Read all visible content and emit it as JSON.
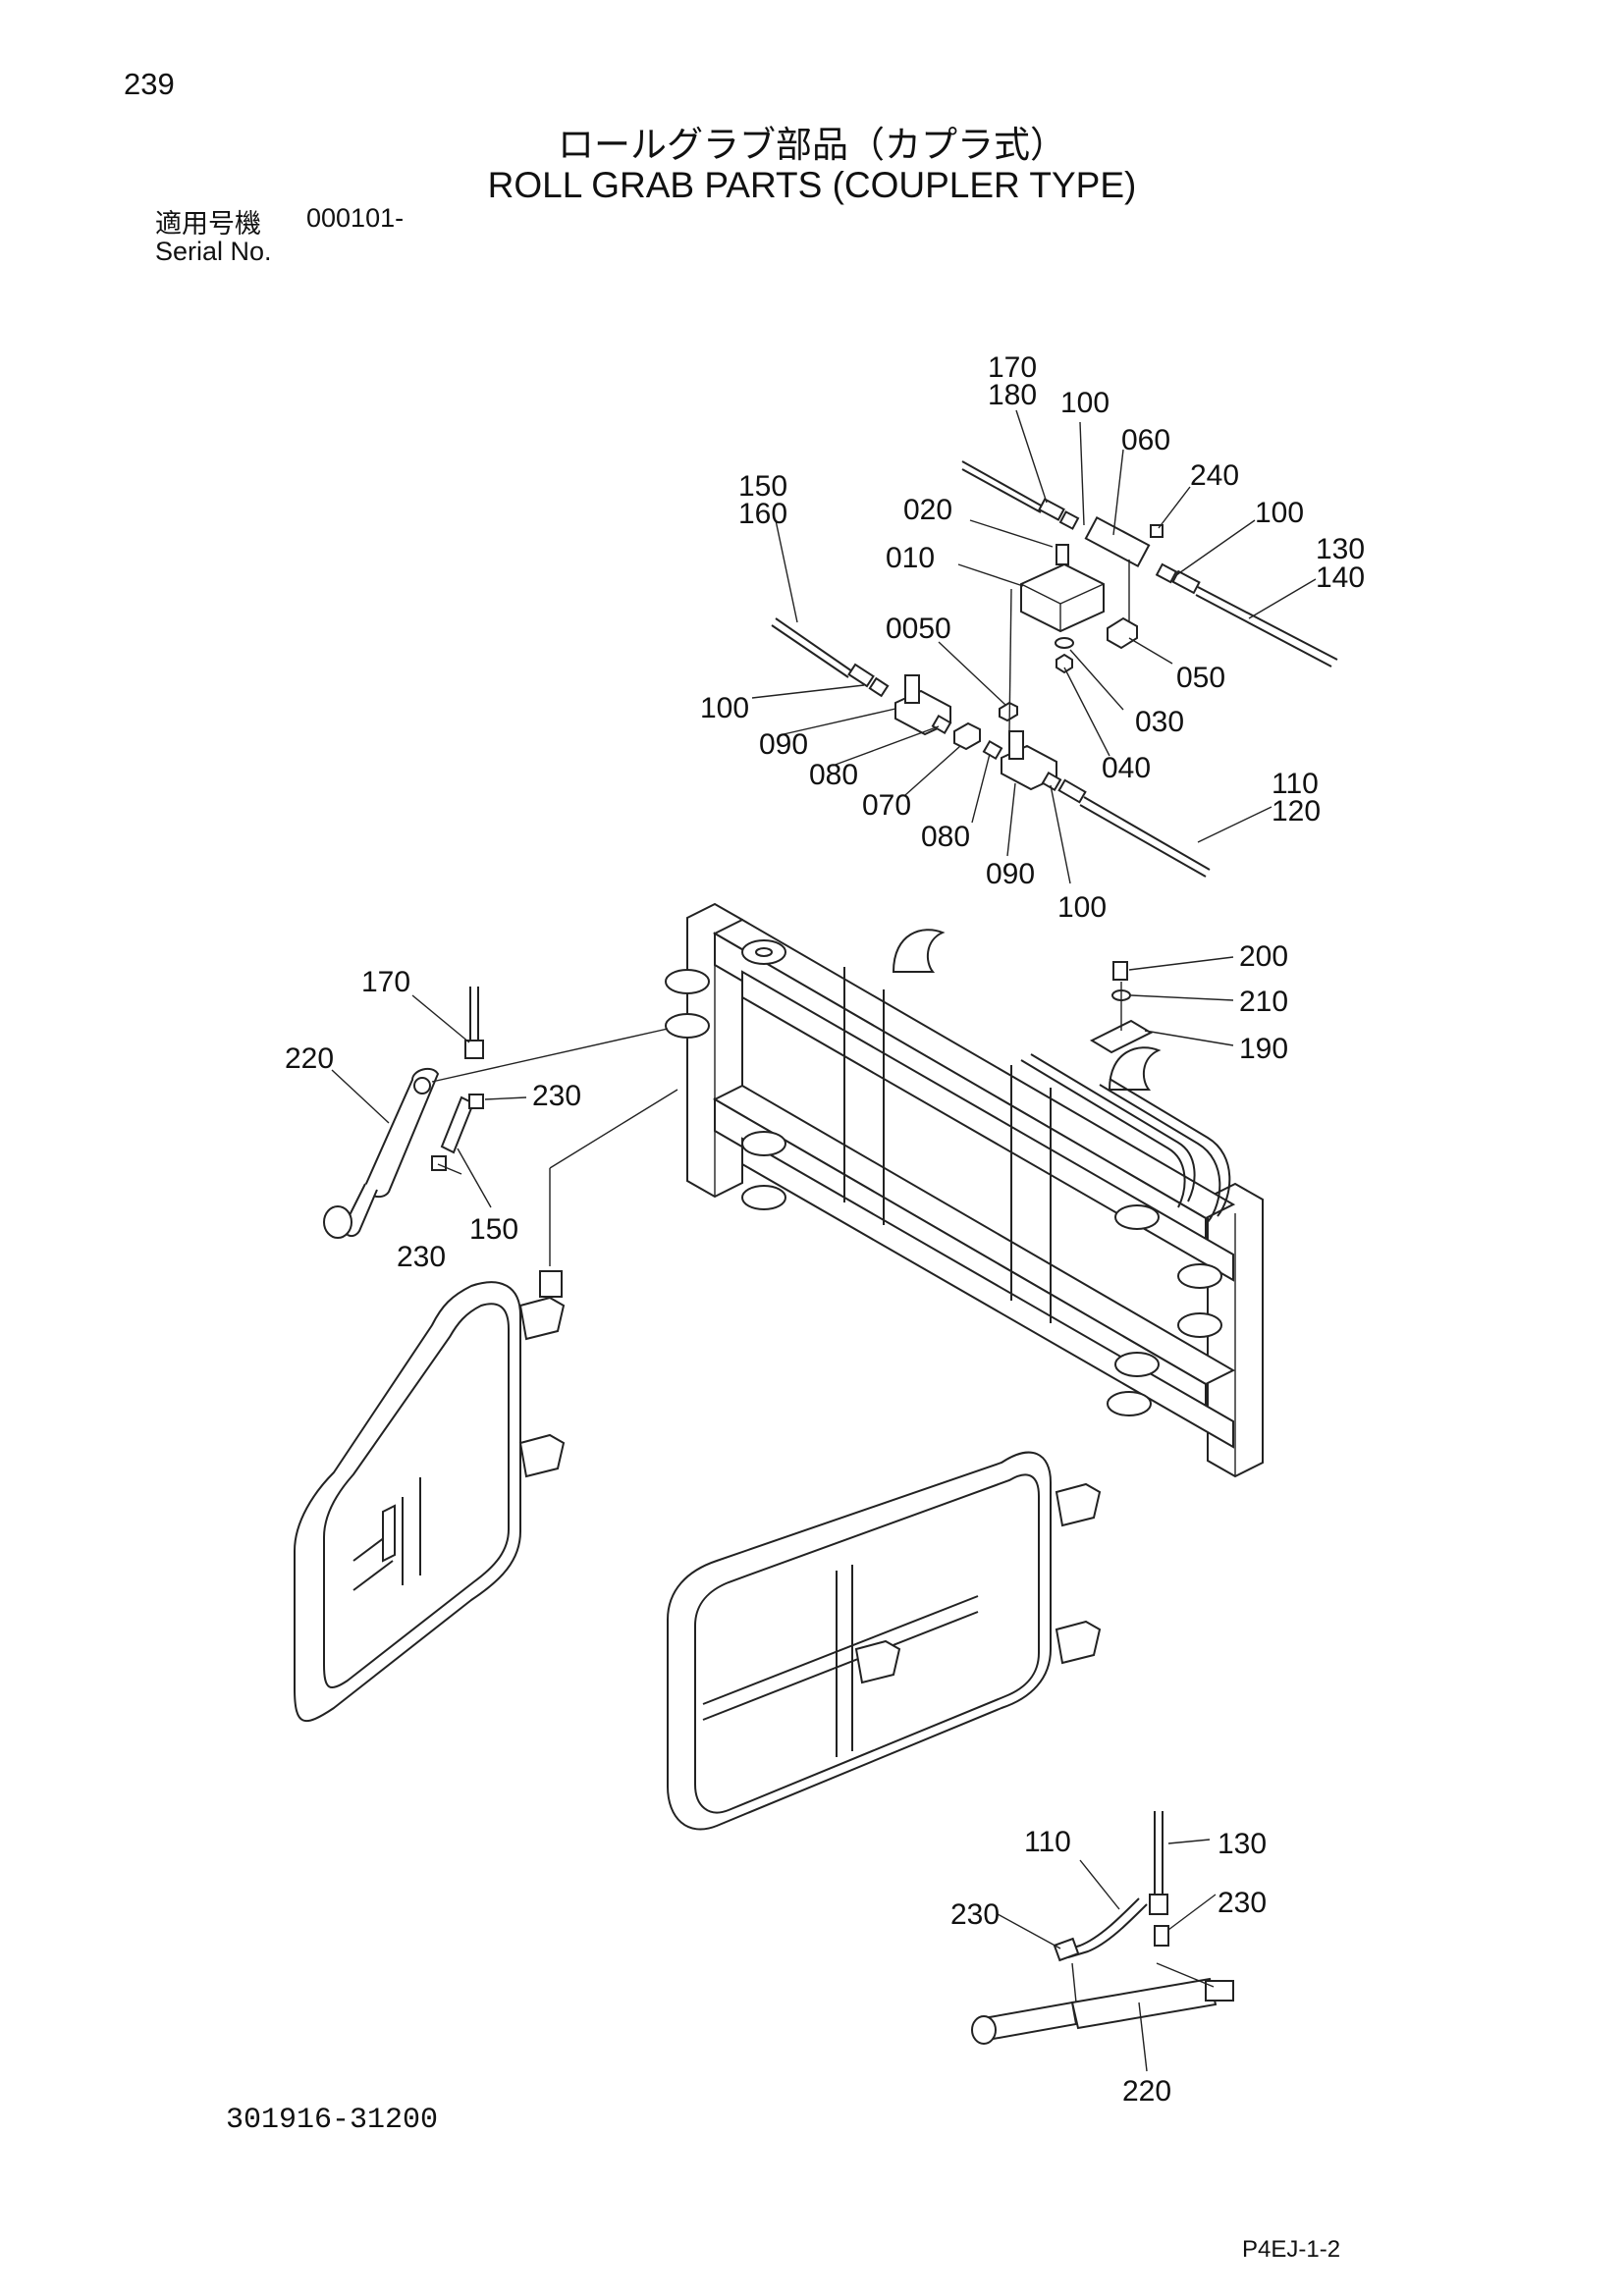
{
  "header": {
    "page_number": "239",
    "title_jp": "ロールグラブ部品（カプラ式）",
    "title_en": "ROLL GRAB PARTS (COUPLER TYPE)",
    "serial_label_jp": "適用号機",
    "serial_value": "000101-",
    "serial_label_en": "Serial No."
  },
  "callouts": {
    "c170a": "170",
    "c180": "180",
    "c100a": "100",
    "c060": "060",
    "c240": "240",
    "c100b": "100",
    "c130a": "130",
    "c140": "140",
    "c150a": "150",
    "c160": "160",
    "c020": "020",
    "c010": "010",
    "c0050": "0050",
    "c050": "050",
    "c030": "030",
    "c040": "040",
    "c100c": "100",
    "c090a": "090",
    "c080a": "080",
    "c070": "070",
    "c080b": "080",
    "c090b": "090",
    "c100d": "100",
    "c110a": "110",
    "c120": "120",
    "c200": "200",
    "c210": "210",
    "c190": "190",
    "c170b": "170",
    "c220a": "220",
    "c230a": "230",
    "c230b": "230",
    "c150b": "150",
    "c110b": "110",
    "c130b": "130",
    "c230c": "230",
    "c230d": "230",
    "c220b": "220"
  },
  "footer": {
    "drawing_number": "301916-31200",
    "sheet_code": "P4EJ-1-2"
  }
}
